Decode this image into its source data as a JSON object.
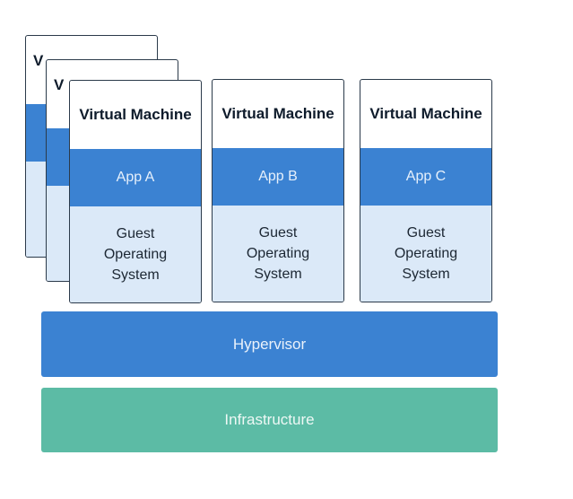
{
  "back_vms": [
    {
      "title": "V"
    },
    {
      "title": "V"
    }
  ],
  "vms": [
    {
      "title": "Virtual Machine",
      "app": "App A",
      "os": "Guest Operating System"
    },
    {
      "title": "Virtual Machine",
      "app": "App B",
      "os": "Guest Operating System"
    },
    {
      "title": "Virtual Machine",
      "app": "App C",
      "os": "Guest Operating System"
    }
  ],
  "layers": {
    "hypervisor": "Hypervisor",
    "infrastructure": "Infrastructure"
  },
  "colors": {
    "app_blue": "#3b82d2",
    "os_light_blue": "#dbe9f8",
    "infrastructure_green": "#5cbba5",
    "border": "#2b3a4a"
  }
}
